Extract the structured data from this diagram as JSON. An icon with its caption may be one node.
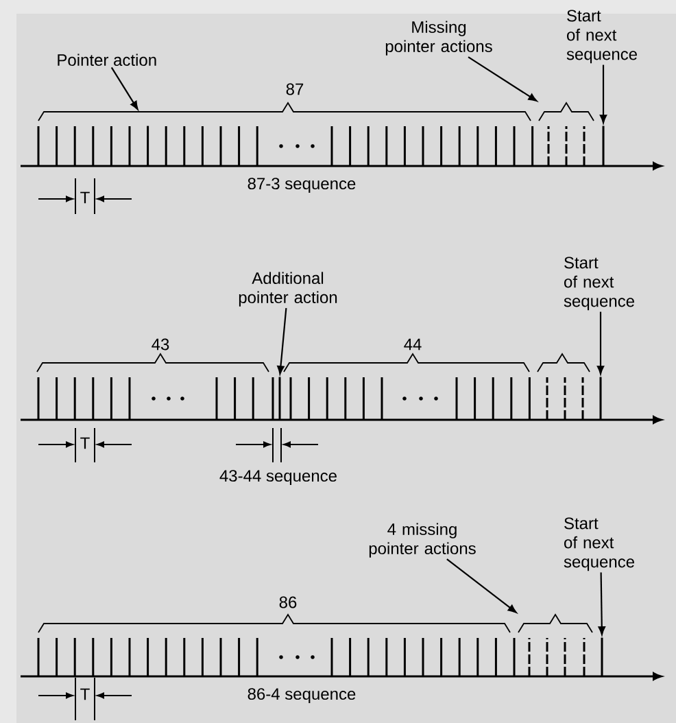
{
  "diagram": {
    "nodes": [
      {
        "text": [
          "Pointer action"
        ]
      },
      {
        "text": [
          "Missing pointer actions"
        ]
      },
      {
        "text": [
          "Start of next sequence"
        ]
      },
      {
        "text": [
          "Additional pointer action"
        ]
      },
      {
        "text": [
          "Start of next sequence"
        ]
      },
      {
        "text": [
          "4 missing pointer actions"
        ]
      },
      {
        "text": [
          "Start of next sequence"
        ]
      },
      {
        "text": [],
        "shape": "bar"
      },
      {
        "text": [],
        "shape": "brace"
      },
      {
        "text": [],
        "shape": "bar"
      },
      {
        "text": [],
        "shape": "bar"
      },
      {
        "text": [],
        "shape": "bar"
      },
      {
        "text": [],
        "shape": "brace"
      },
      {
        "text": [],
        "shape": "bar"
      }
    ],
    "edges": [
      {
        "from": 0,
        "to": 7,
        "arrow": "to"
      },
      {
        "from": 1,
        "to": 8,
        "arrow": "to"
      },
      {
        "from": 2,
        "to": 9,
        "arrow": "to"
      },
      {
        "from": 3,
        "to": 10,
        "arrow": "to"
      },
      {
        "from": 4,
        "to": 11,
        "arrow": "to"
      },
      {
        "from": 5,
        "to": 12,
        "arrow": "to"
      },
      {
        "from": 6,
        "to": 13,
        "arrow": "to"
      }
    ],
    "labels": [
      "87",
      "87-3 sequence",
      "T",
      "43",
      "44",
      "T",
      "43-44 sequence",
      "86",
      "86-4 sequence",
      "T"
    ]
  }
}
